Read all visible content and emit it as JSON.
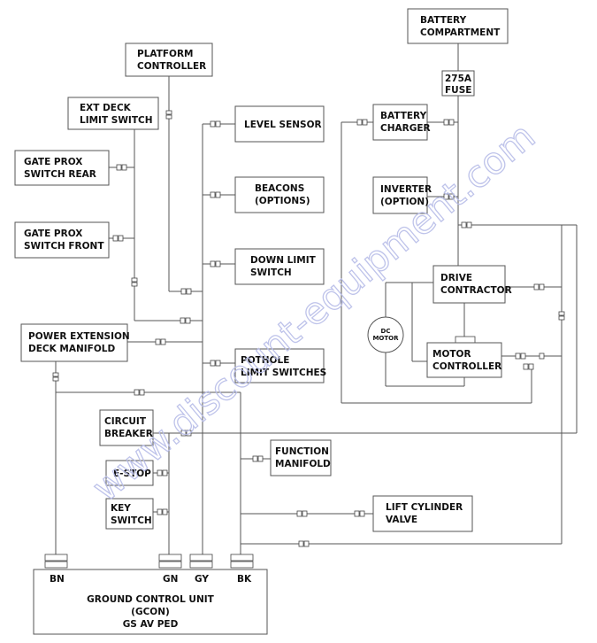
{
  "components": {
    "battery_compartment": [
      "BATTERY",
      "COMPARTMENT"
    ],
    "fuse": [
      "275A",
      "FUSE"
    ],
    "platform_controller": [
      "PLATFORM",
      "CONTROLLER"
    ],
    "ext_deck_limit_switch": [
      "EXT DECK",
      "LIMIT SWITCH"
    ],
    "gate_prox_switch_rear": [
      "GATE PROX",
      "SWITCH REAR"
    ],
    "gate_prox_switch_front": [
      "GATE PROX",
      "SWITCH FRONT"
    ],
    "level_sensor": [
      "LEVEL SENSOR"
    ],
    "beacons": [
      "BEACONS",
      "(OPTIONS)"
    ],
    "down_limit_switch": [
      "DOWN LIMIT",
      "SWITCH"
    ],
    "pothole_limit_switches": [
      "POTHOLE",
      "LIMIT SWITCHES"
    ],
    "power_extension_deck_manifold": [
      "POWER EXTENSION",
      "DECK MANIFOLD"
    ],
    "battery_charger": [
      "BATTERY",
      "CHARGER"
    ],
    "inverter": [
      "INVERTER",
      "(OPTION)"
    ],
    "drive_contractor": [
      "DRIVE",
      "CONTRACTOR"
    ],
    "dc_motor": [
      "DC",
      "MOTOR"
    ],
    "motor_controller": [
      "MOTOR",
      "CONTROLLER"
    ],
    "circuit_breaker": [
      "CIRCUIT",
      "BREAKER"
    ],
    "e_stop": [
      "E-STOP"
    ],
    "key_switch": [
      "KEY",
      "SWITCH"
    ],
    "function_manifold": [
      "FUNCTION",
      "MANIFOLD"
    ],
    "lift_cylinder_valve": [
      "LIFT CYLINDER",
      "VALVE"
    ],
    "ground_control_unit": [
      "GROUND CONTROL UNIT",
      "(GCON)",
      "GS AV PED"
    ]
  },
  "pins": [
    "BN",
    "GN",
    "GY",
    "BK"
  ],
  "watermark": "www.discount-equipment.com",
  "colors": {
    "line": "#555555",
    "text": "#111111",
    "watermark": "#b8bde8"
  }
}
